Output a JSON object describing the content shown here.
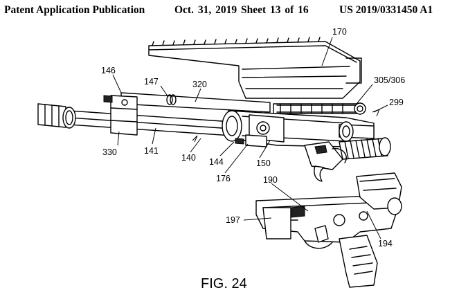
{
  "header": {
    "publication": "Patent Application Publication",
    "date_sheet": "Oct. 31, 2019   Sheet 13 of 16",
    "number": "US 2019/0331450 A1"
  },
  "figure": {
    "caption": "FIG. 24",
    "reference_numerals": {
      "r170": "170",
      "r305": "305/306",
      "r299": "299",
      "r146": "146",
      "r147": "147",
      "r320": "320",
      "r330": "330",
      "r141": "141",
      "r140": "140",
      "r144": "144",
      "r150": "150",
      "r176": "176",
      "r190": "190",
      "r197": "197",
      "r194": "194"
    }
  }
}
